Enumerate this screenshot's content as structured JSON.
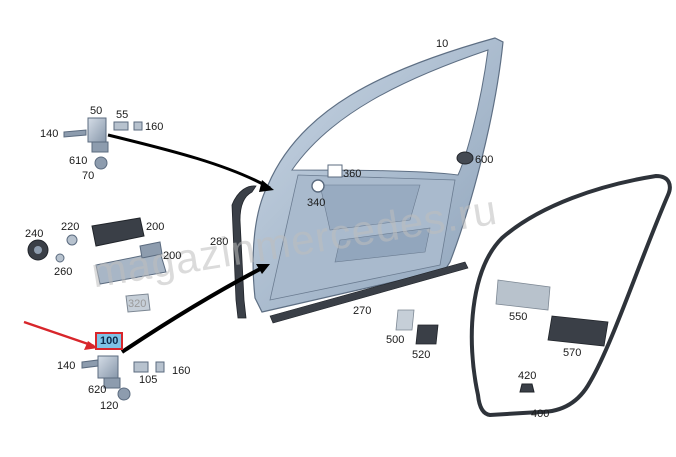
{
  "watermark": "magazinmercedes.ru",
  "highlight_color": "#7ec3e6",
  "arrow_color": "#d8262b",
  "part_color": "#9fb3c8",
  "labels": {
    "p10": "10",
    "p50": "50",
    "p55": "55",
    "p160a": "160",
    "p140a": "140",
    "p610": "610",
    "p70": "70",
    "p600": "600",
    "p360": "360",
    "p340": "340",
    "p240": "240",
    "p220": "220",
    "p200a": "200",
    "p200b": "200",
    "p260": "260",
    "p280": "280",
    "p270": "270",
    "p320": "320",
    "p100": "100",
    "p140b": "140",
    "p620": "620",
    "p105": "105",
    "p160b": "160",
    "p120": "120",
    "p500": "500",
    "p520": "520",
    "p550": "550",
    "p570": "570",
    "p420": "420",
    "p400": "400"
  }
}
